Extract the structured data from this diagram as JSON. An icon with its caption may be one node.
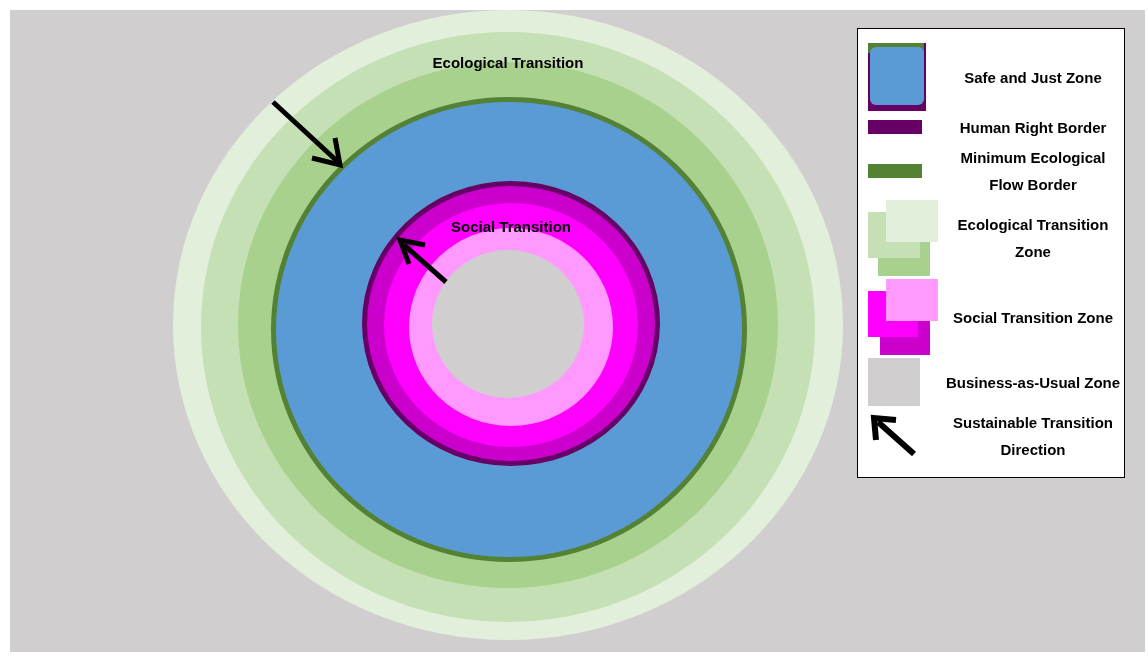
{
  "diagram": {
    "nodes": [
      {
        "text": [
          "Ecological Transition"
        ]
      },
      {
        "text": [],
        "shape": "circle",
        "in": 0
      },
      {
        "text": [
          "Social Transition"
        ],
        "in": 1
      },
      {
        "text": [],
        "shape": "circle",
        "in": 2
      }
    ],
    "legend": [
      {
        "text": "Safe and Just Zone",
        "color": "#5b9bd5"
      },
      {
        "text": "Human Right Border",
        "color": "#660066"
      },
      {
        "text": "Minimum Ecological Flow Border",
        "color": "#548235"
      },
      {
        "text": "Ecological Transition Zone",
        "color": "#a9d18e"
      },
      {
        "text": "Social Transition Zone",
        "color": "#ff00ff"
      },
      {
        "text": "Business-as-Usual Zone",
        "color": "#d0cece"
      },
      {
        "text": "Sustainable Transition Direction"
      }
    ]
  }
}
